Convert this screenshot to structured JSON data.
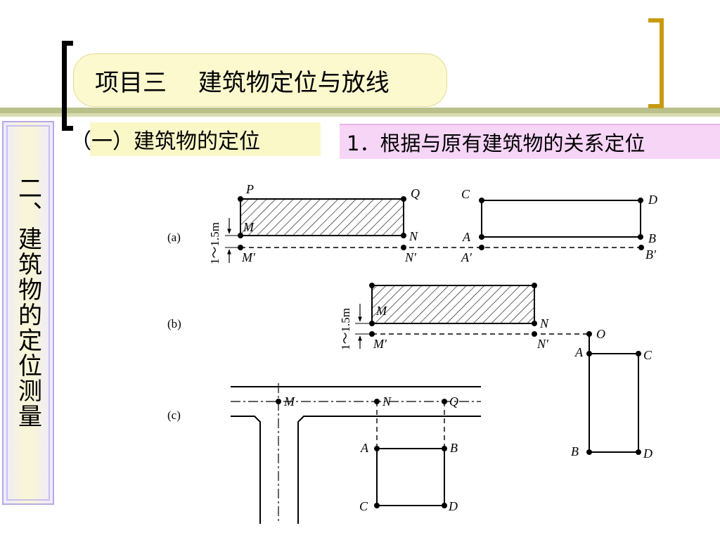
{
  "title": "项目三　 建筑物定位与放线",
  "side_label": "二、建筑物的定位测量",
  "section_label": "（一）建筑物的定位",
  "method_label": "1．根据与原有建筑物的关系定位",
  "diagram": {
    "tags": [
      "(a)",
      "(b)",
      "(c)"
    ],
    "distance_label": "1～1.5m",
    "points": {
      "P": "P",
      "Q": "Q",
      "M": "M",
      "N": "N",
      "Mp": "M′",
      "Np": "N′",
      "Ap": "A′",
      "Bp": "B′",
      "A": "A",
      "B": "B",
      "C": "C",
      "D": "D",
      "O": "O"
    }
  }
}
